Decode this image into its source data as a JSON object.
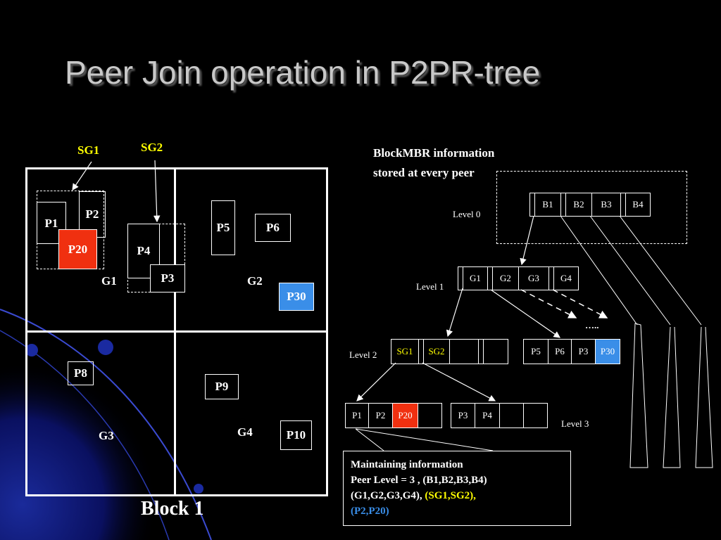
{
  "slide": {
    "title": "Peer Join operation in P2PR-tree"
  },
  "block_map": {
    "caption": "Block 1",
    "sg_labels": {
      "sg1": "SG1",
      "sg2": "SG2"
    },
    "groups": {
      "g1": "G1",
      "g2": "G2",
      "g3": "G3",
      "g4": "G4"
    },
    "peers": {
      "p1": "P1",
      "p2": "P2",
      "p20": "P20",
      "p4": "P4",
      "p3": "P3",
      "p5": "P5",
      "p6": "P6",
      "p30": "P30",
      "p8": "P8",
      "p9": "P9",
      "p10": "P10"
    }
  },
  "tree": {
    "heading_line1": "BlockMBR information",
    "heading_line2": "stored at every peer",
    "levels": {
      "l0": "Level 0",
      "l1": "Level 1",
      "l2": "Level 2",
      "l3": "Level 3"
    },
    "level0_cells": [
      "B1",
      "B2",
      "B3",
      "B4"
    ],
    "level1_cells": [
      "G1",
      "G2",
      "G3",
      "G4"
    ],
    "level1_ellipsis": "…..",
    "level2_left_cells": [
      "SG1",
      "SG2"
    ],
    "level2_right_cells": [
      "P5",
      "P6",
      "P3",
      "P30"
    ],
    "level3_left_cells": [
      "P1",
      "P2",
      "P20"
    ],
    "level3_mid_cells": [
      "P3",
      "P4"
    ]
  },
  "info_box": {
    "line1": "Maintaining information",
    "line2": "Peer Level = 3 , (B1,B2,B3,B4)",
    "line3a": "(G1,G2,G3,G4),",
    "line3b": "(SG1,SG2),",
    "line4": "(P2,P20)"
  },
  "colors": {
    "highlight_red": "#f03010",
    "highlight_blue": "#3a8ee8",
    "sg_yellow": "#ffff00",
    "title_gray": "#c8c8c8"
  }
}
